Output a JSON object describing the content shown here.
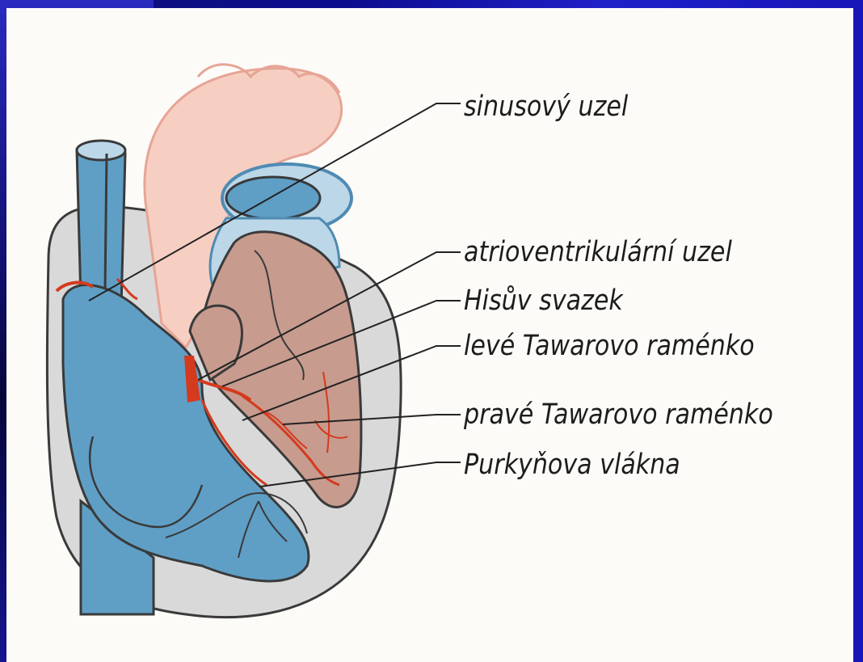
{
  "diagram": {
    "labels": {
      "sinus_node": "sinusový uzel",
      "av_node": "atrioventrikulární uzel",
      "his_bundle": "Hisův svazek",
      "left_bundle_branch": "levé Tawarovo raménko",
      "right_bundle_branch": "pravé Tawarovo raménko",
      "purkinje_fibers": "Purkyňova vlákna"
    }
  },
  "colors": {
    "vessel_blue": "#5f9fc6",
    "vessel_light": "#bcd7e8",
    "artery_pink": "#f6cfc2",
    "muscle_brown": "#c79b8e",
    "conduction_red": "#d43a1e",
    "heart_wall_grey": "#d9d9d9",
    "slide_blue": "#1414a8"
  }
}
